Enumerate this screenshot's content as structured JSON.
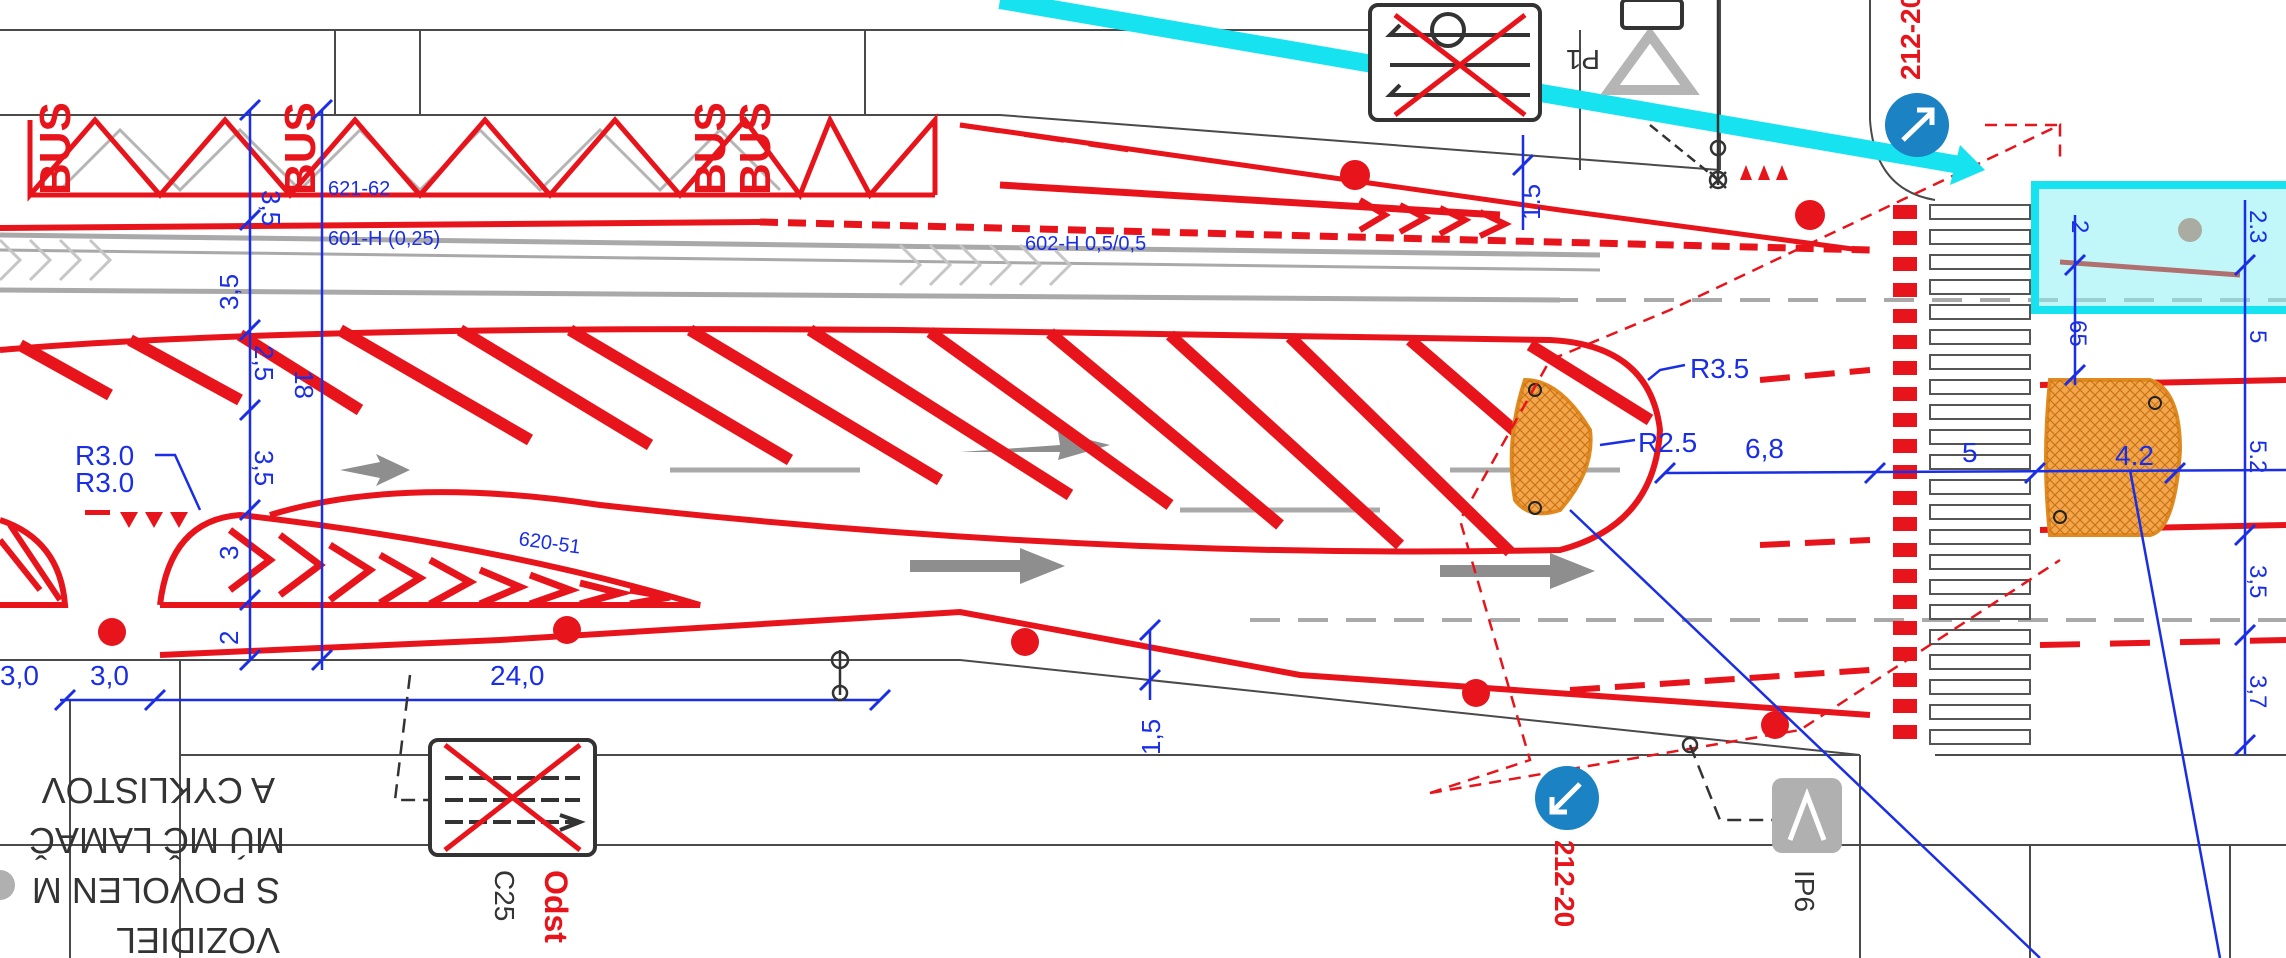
{
  "road_marking_codes": {
    "m1": "621-62",
    "m2": "601-H (0,25)",
    "m3": "602-H 0,5/0,5",
    "m4": "620-51"
  },
  "dimensions": {
    "d_35a": "3,5",
    "d_35b": "3,5",
    "d_25": "2,5",
    "d_18": "18",
    "d_35c": "3,5",
    "d_3": "3",
    "d_2": "2",
    "d_30a": "3,0",
    "d_30b": "3,0",
    "d_240": "24,0",
    "d_15a": "1,5",
    "d_15b": "1.5",
    "d_68": "6,8",
    "d_5": "5",
    "d_42": "4.2",
    "d_65": "65",
    "d_2a": "2",
    "d_23": "2.3",
    "d_5b": "5",
    "d_52": "5.2",
    "d_35d": "3,5",
    "d_37": "3,7"
  },
  "radii": {
    "r1": "R3.0",
    "r2": "R3.0",
    "r3": "R3.5",
    "r4": "R2.5"
  },
  "bus_text": {
    "b1": "BUS",
    "b2": "BUS",
    "b3": "BUS",
    "b4": "BUS"
  },
  "sign_labels": {
    "s1": "212-20",
    "s2": "212-20",
    "s3": "C25",
    "s4": "IP6",
    "s5": "P1",
    "s6": "Odst"
  },
  "mirrored_text": {
    "line1": "A CYKLISTOV",
    "line2": "MÚ MČ LAMAČ",
    "line3": "S POVOLEN M",
    "line4": "VOZIDIEL"
  }
}
